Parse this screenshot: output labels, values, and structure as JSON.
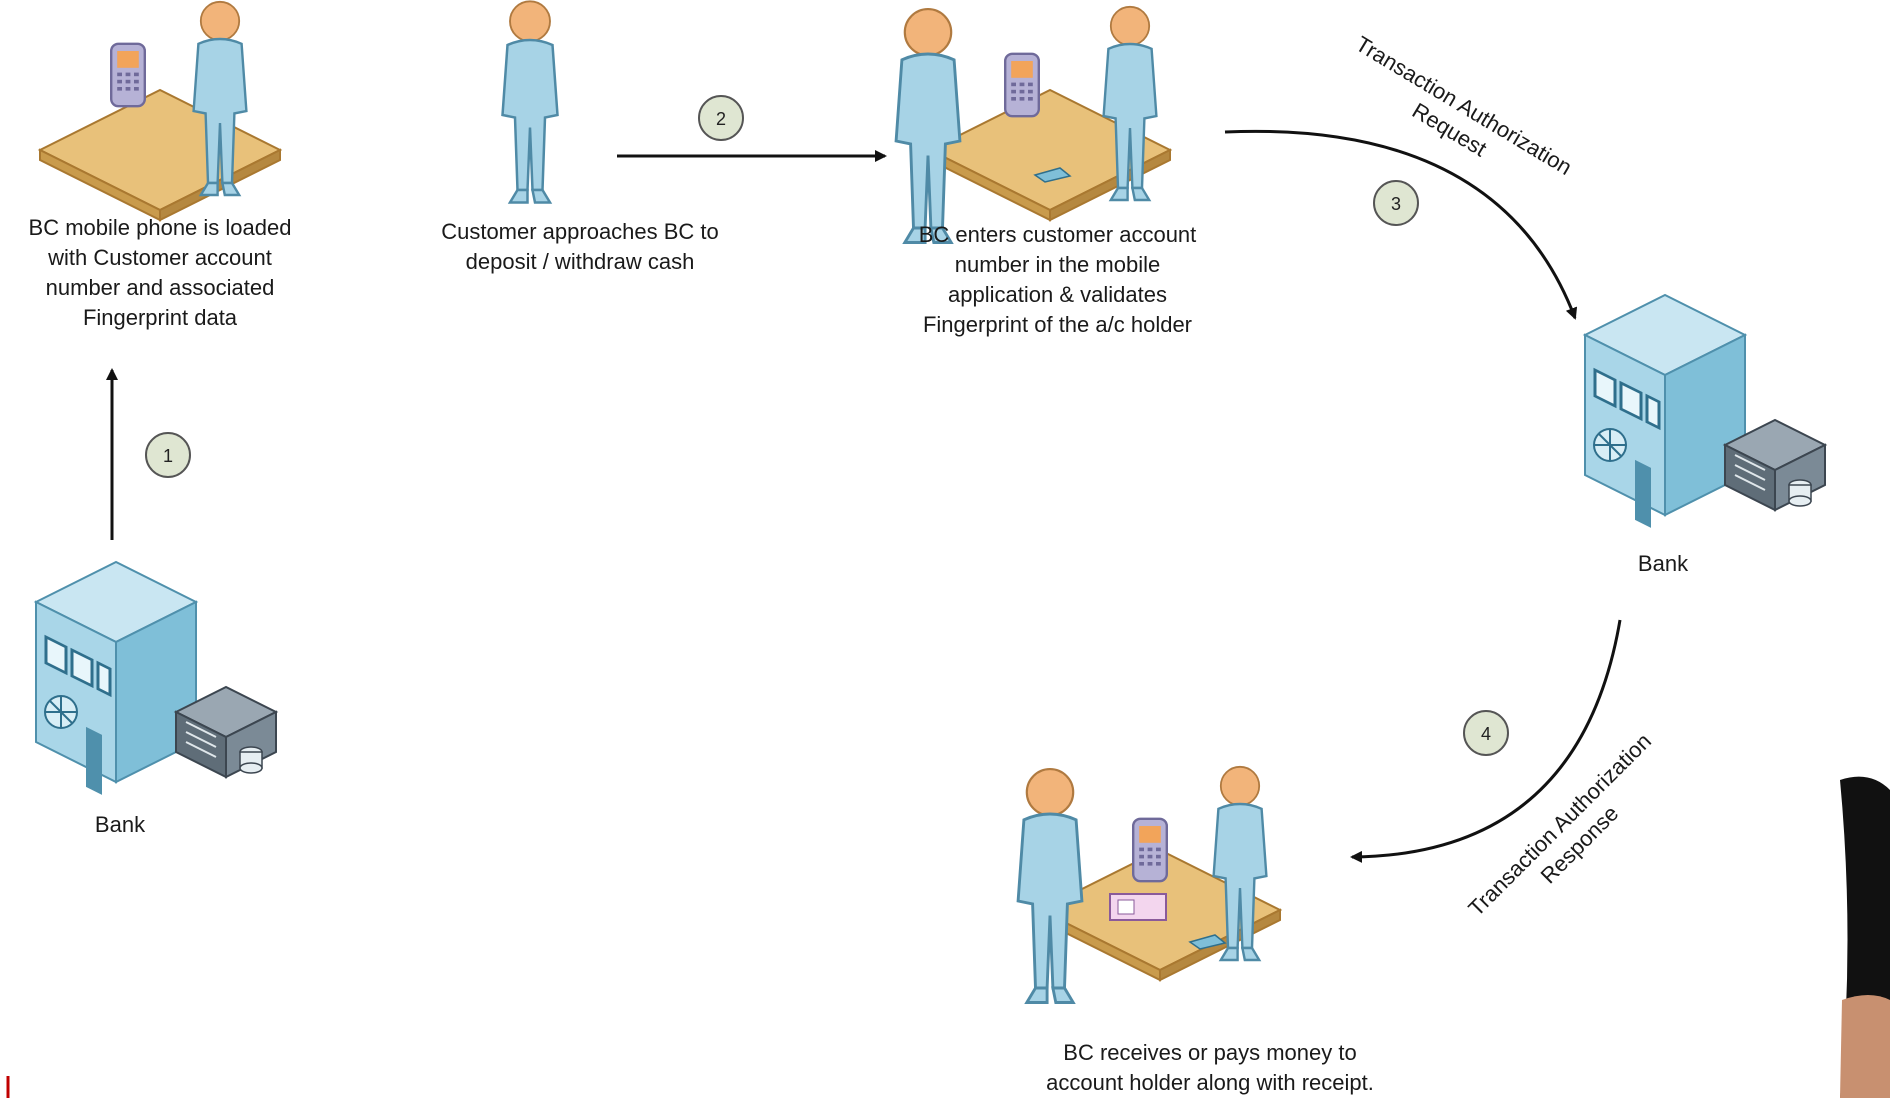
{
  "diagram": {
    "steps": [
      "1",
      "2",
      "3",
      "4"
    ],
    "captions": {
      "bc_loaded": "BC mobile phone is loaded\nwith Customer account\nnumber and associated\nFingerprint data",
      "customer_approaches": "Customer approaches BC to\ndeposit / withdraw cash",
      "bc_enters": "BC enters customer account\nnumber in the mobile\napplication & validates\nFingerprint of the a/c holder",
      "bc_receives": "BC receives or pays money to\naccount holder along with receipt.",
      "bank_left": "Bank",
      "bank_right": "Bank"
    },
    "flow_labels": {
      "request": "Transaction Authorization\nRequest",
      "response": "Transaction Authorization\nResponse"
    },
    "colors": {
      "figure": "#a7d3e6",
      "figure_dark": "#4f8aa6",
      "skin": "#f2b47a",
      "desk": "#e8c17a",
      "desk_edge": "#a97830",
      "building": "#a9d6e8",
      "building_dark": "#4f90ac",
      "server": "#7b8a96",
      "badge": "#dfe6d2",
      "arrow": "#111111",
      "accent_red": "#c00000"
    }
  }
}
